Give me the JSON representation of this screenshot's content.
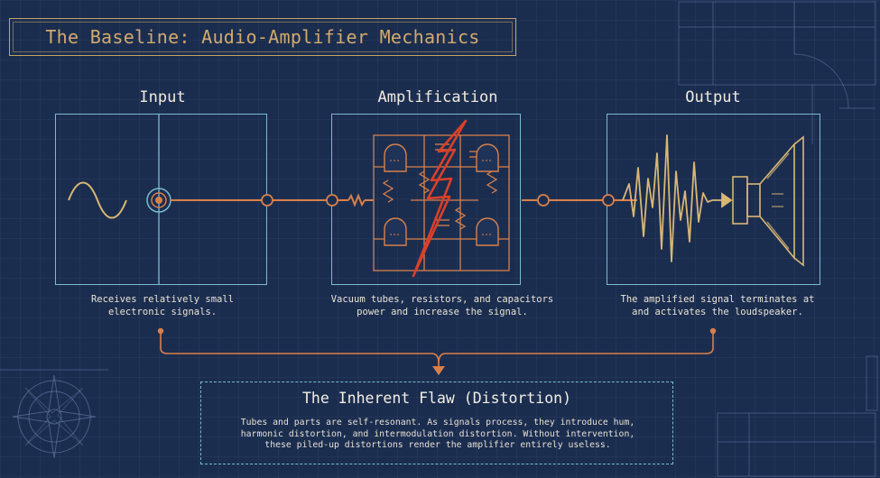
{
  "title": "The Baseline: Audio-Amplifier Mechanics",
  "stages": {
    "input": {
      "label": "Input",
      "caption_lines": [
        "Receives relatively small",
        "electronic signals."
      ]
    },
    "amplification": {
      "label": "Amplification",
      "caption_lines": [
        "Vacuum tubes, resistors, and capacitors",
        "power and increase the signal."
      ]
    },
    "output": {
      "label": "Output",
      "caption_lines": [
        "The amplified signal terminates at",
        "and activates the loudspeaker."
      ]
    }
  },
  "flaw": {
    "title": "The Inherent Flaw (Distortion)",
    "body_lines": [
      "Tubes and parts are self-resonant. As signals process, they introduce hum,",
      "harmonic distortion, and intermodulation distortion. Without intervention,",
      "these piled-up distortions render the amplifier entirely useless."
    ]
  },
  "colors": {
    "background": "#1b2d4f",
    "panel_border": "#79bbd0",
    "signal_line": "#d8804a",
    "waveform": "#d9b774",
    "accent_gold": "#c8a065",
    "distortion_bolt": "#d9402a"
  }
}
